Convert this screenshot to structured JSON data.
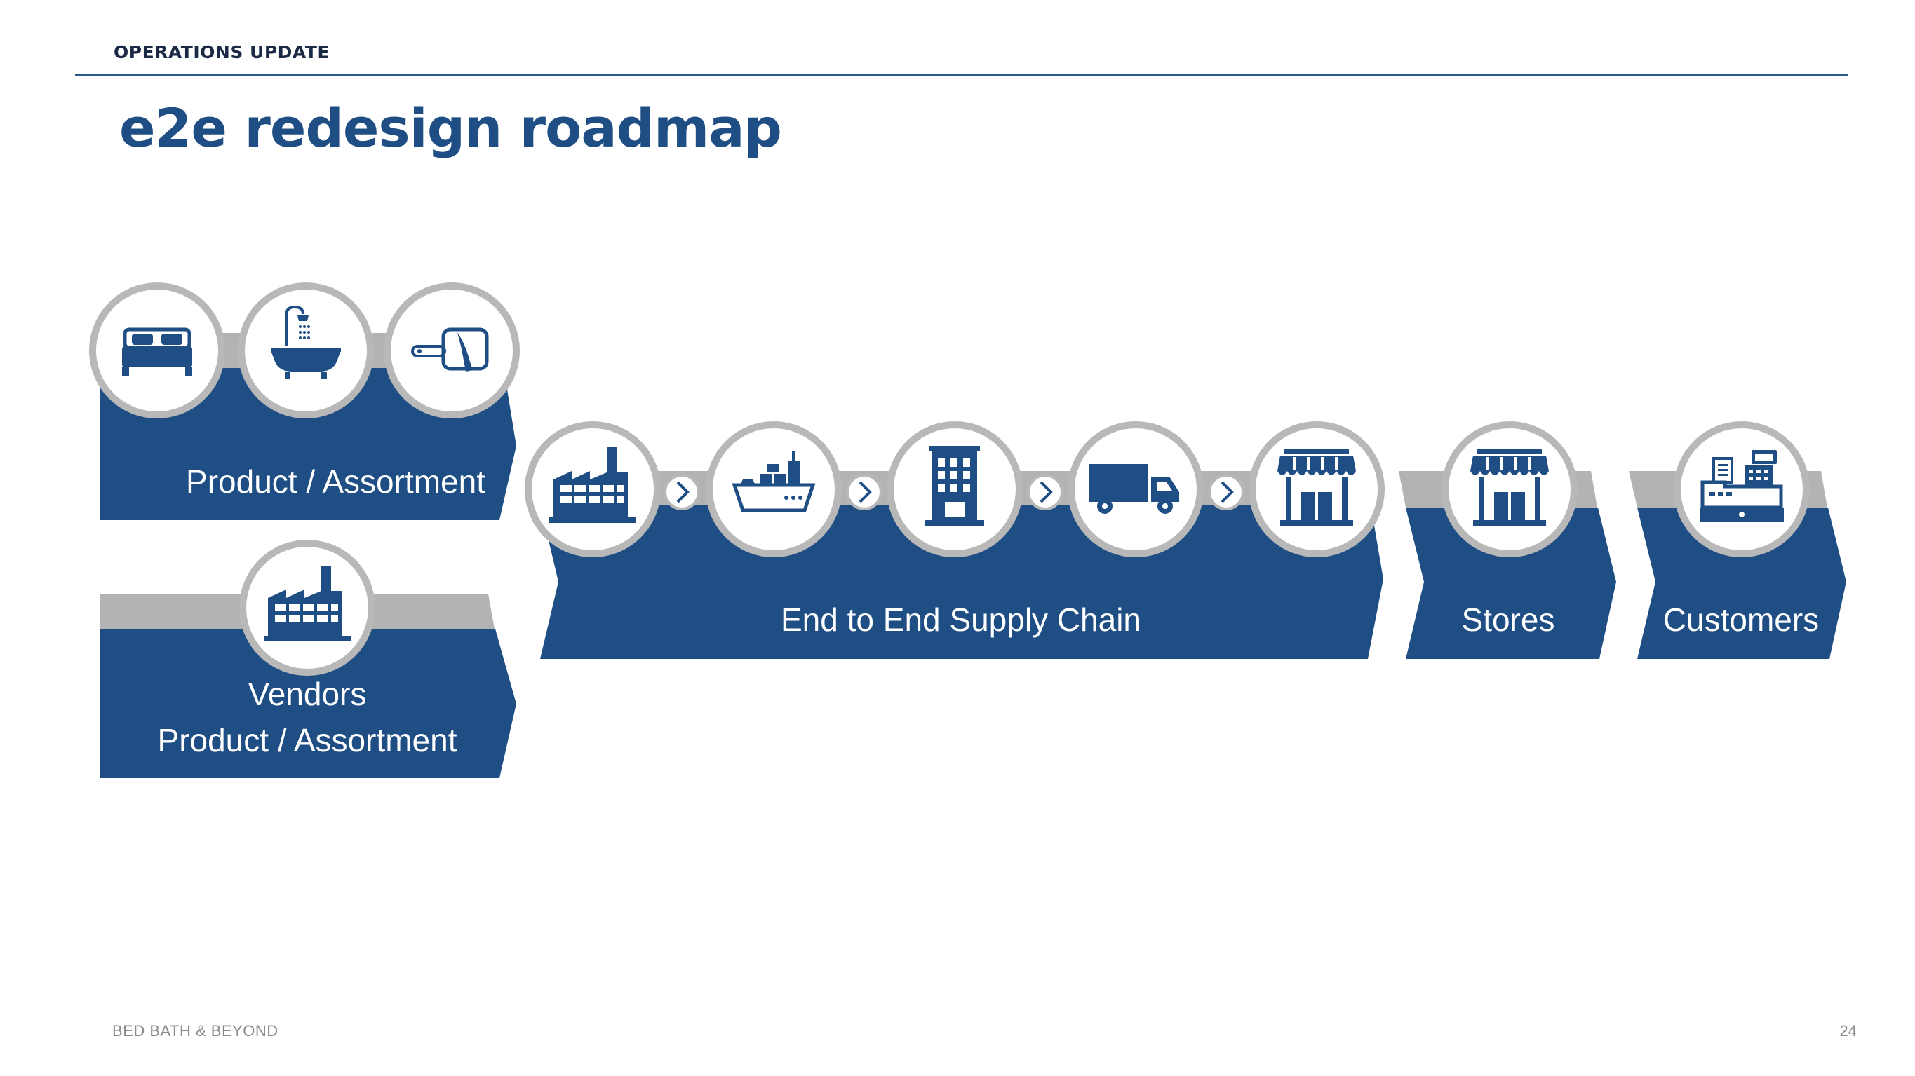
{
  "header": {
    "section": "OPERATIONS UPDATE",
    "title": "e2e redesign roadmap"
  },
  "roadmap": {
    "product_assortment": {
      "label": "Product / Assortment",
      "icons": [
        "bed-icon",
        "bathtub-shower-icon",
        "cutting-board-knife-icon"
      ]
    },
    "vendors": {
      "line1": "Vendors",
      "line2": "Product / Assortment",
      "icons": [
        "factory-icon"
      ]
    },
    "supply_chain": {
      "label": "End to End Supply Chain",
      "icons": [
        "factory-icon",
        "cargo-ship-icon",
        "office-building-icon",
        "delivery-truck-icon",
        "storefront-icon"
      ]
    },
    "stores": {
      "label": "Stores",
      "icons": [
        "storefront-icon"
      ]
    },
    "customers": {
      "label": "Customers",
      "icons": [
        "cash-register-icon"
      ]
    }
  },
  "colors": {
    "primary_blue": "#1f4e85",
    "band_gray": "#b3b3b3",
    "ring_gray": "#b8b8b8"
  },
  "footer": {
    "brand": "BED BATH & BEYOND",
    "page_number": "24"
  }
}
